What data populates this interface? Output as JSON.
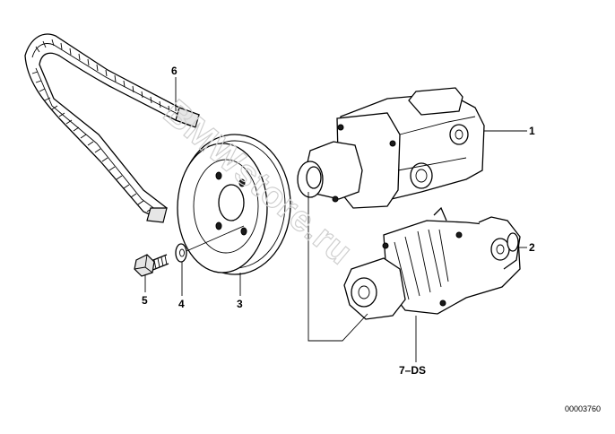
{
  "callouts": {
    "pump_1": "1",
    "pump_2": "2",
    "pulley_3": "3",
    "washer_4": "4",
    "bolt_5": "5",
    "belt_6": "6",
    "pump_7": "7–DS"
  },
  "catalog_number": "00003760",
  "watermark": "BMWstore.ru",
  "colors": {
    "line": "#000000",
    "watermark": "#cfcfcf",
    "background": "#ffffff"
  }
}
